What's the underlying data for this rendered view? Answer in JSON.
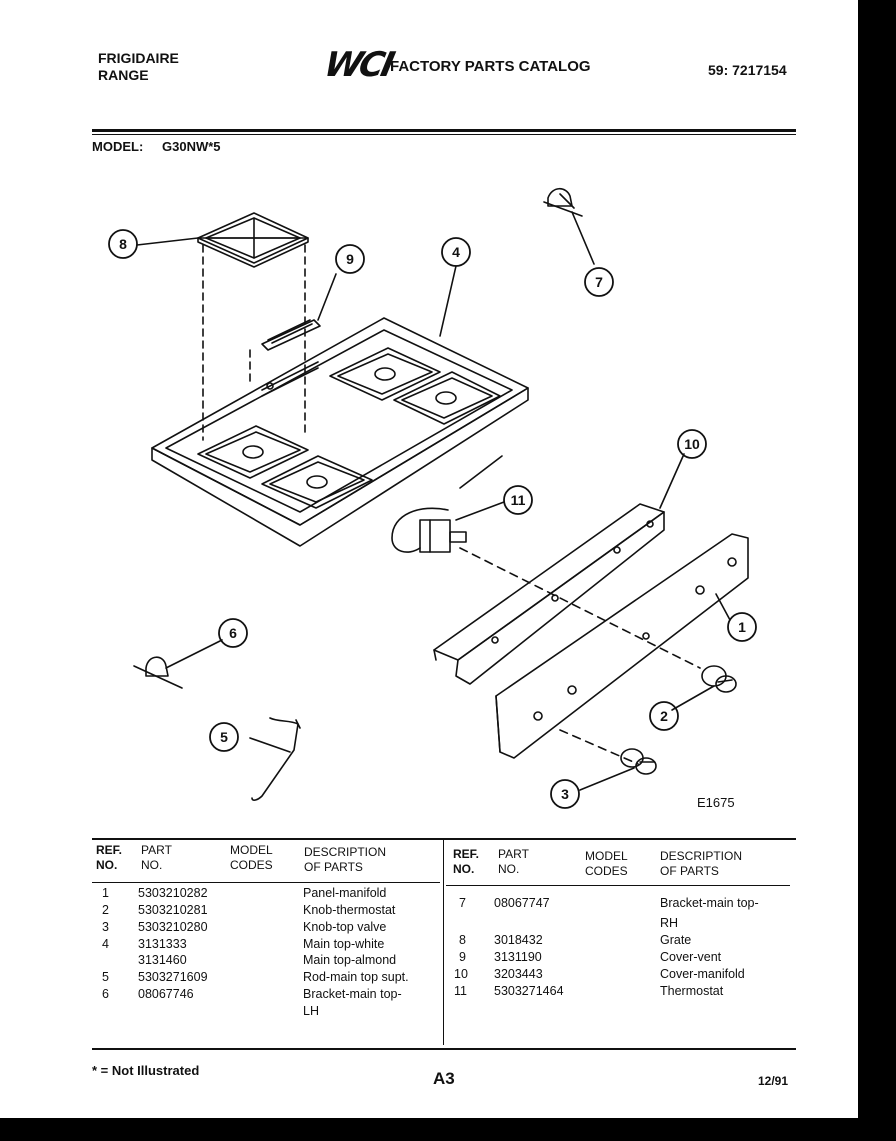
{
  "header": {
    "brand": "FRIGIDAIRE",
    "product": "RANGE",
    "logo": "WCI",
    "catalog_title": "FACTORY PARTS CATALOG",
    "catalog_number": "59: 7217154"
  },
  "model": {
    "label": "MODEL:",
    "value": "G30NW*5"
  },
  "diagram": {
    "figure_id": "E1675",
    "callouts": [
      "1",
      "2",
      "3",
      "4",
      "5",
      "6",
      "7",
      "8",
      "9",
      "10",
      "11"
    ]
  },
  "table": {
    "headers": {
      "ref_no": [
        "REF.",
        "NO."
      ],
      "part_no": [
        "PART",
        "NO."
      ],
      "model_codes": [
        "MODEL",
        "CODES"
      ],
      "description": [
        "DESCRIPTION",
        "OF PARTS"
      ]
    },
    "left_rows": [
      {
        "ref": "1",
        "part": "5303210282",
        "desc": "Panel-manifold"
      },
      {
        "ref": "2",
        "part": "5303210281",
        "desc": "Knob-thermostat"
      },
      {
        "ref": "3",
        "part": "5303210280",
        "desc": "Knob-top valve"
      },
      {
        "ref": "4",
        "part": "3131333",
        "desc": "Main top-white"
      },
      {
        "ref": "",
        "part": "3131460",
        "desc": "Main top-almond"
      },
      {
        "ref": "5",
        "part": "5303271609",
        "desc": "Rod-main top supt."
      },
      {
        "ref": "6",
        "part": "08067746",
        "desc": "Bracket-main top-"
      },
      {
        "ref": "",
        "part": "",
        "desc": "LH"
      }
    ],
    "right_rows": [
      {
        "ref": "7",
        "part": "08067747",
        "desc": "Bracket-main top-"
      },
      {
        "ref": "",
        "part": "",
        "desc": "RH"
      },
      {
        "ref": "8",
        "part": "3018432",
        "desc": "Grate"
      },
      {
        "ref": "9",
        "part": "3131190",
        "desc": "Cover-vent"
      },
      {
        "ref": "10",
        "part": "3203443",
        "desc": "Cover-manifold"
      },
      {
        "ref": "11",
        "part": "5303271464",
        "desc": "Thermostat"
      }
    ]
  },
  "footer": {
    "note": "* = Not Illustrated",
    "page": "A3",
    "date": "12/91"
  }
}
